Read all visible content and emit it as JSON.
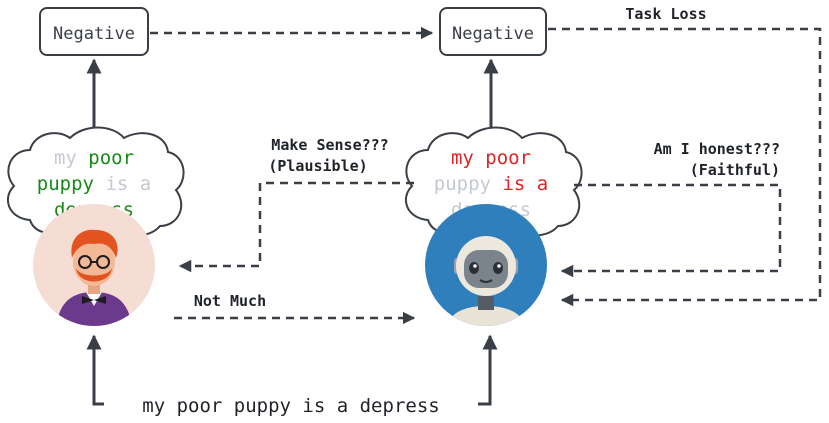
{
  "nodes": {
    "human_output": "Negative",
    "model_output": "Negative"
  },
  "labels": {
    "task_loss": "Task Loss",
    "plausible_line1": "Make Sense???",
    "plausible_line2": "(Plausible)",
    "faithful_line1": "Am I honest???",
    "faithful_line2": "(Faithful)",
    "not_much": "Not Much"
  },
  "input_sentence": "my poor puppy is a depress",
  "human_thought": [
    [
      {
        "text": "my ",
        "style": "muted"
      },
      {
        "text": "poor",
        "style": "green"
      }
    ],
    [
      {
        "text": "puppy",
        "style": "green"
      },
      {
        "text": " is a",
        "style": "muted"
      }
    ],
    [
      {
        "text": "depress",
        "style": "green"
      }
    ]
  ],
  "model_thought": [
    [
      {
        "text": "my poor",
        "style": "red"
      }
    ],
    [
      {
        "text": "puppy ",
        "style": "muted"
      },
      {
        "text": "is a",
        "style": "red"
      }
    ],
    [
      {
        "text": "depress",
        "style": "muted"
      }
    ]
  ],
  "colors": {
    "ink": "#3a3f47",
    "green": "#178a17",
    "red": "#e02424",
    "muted": "#c4c9d1",
    "human_bg": "#f6ddd3",
    "robot_bg": "#2f7fbd"
  },
  "icons": {
    "human": "person-avatar-icon",
    "model": "robot-avatar-icon"
  }
}
